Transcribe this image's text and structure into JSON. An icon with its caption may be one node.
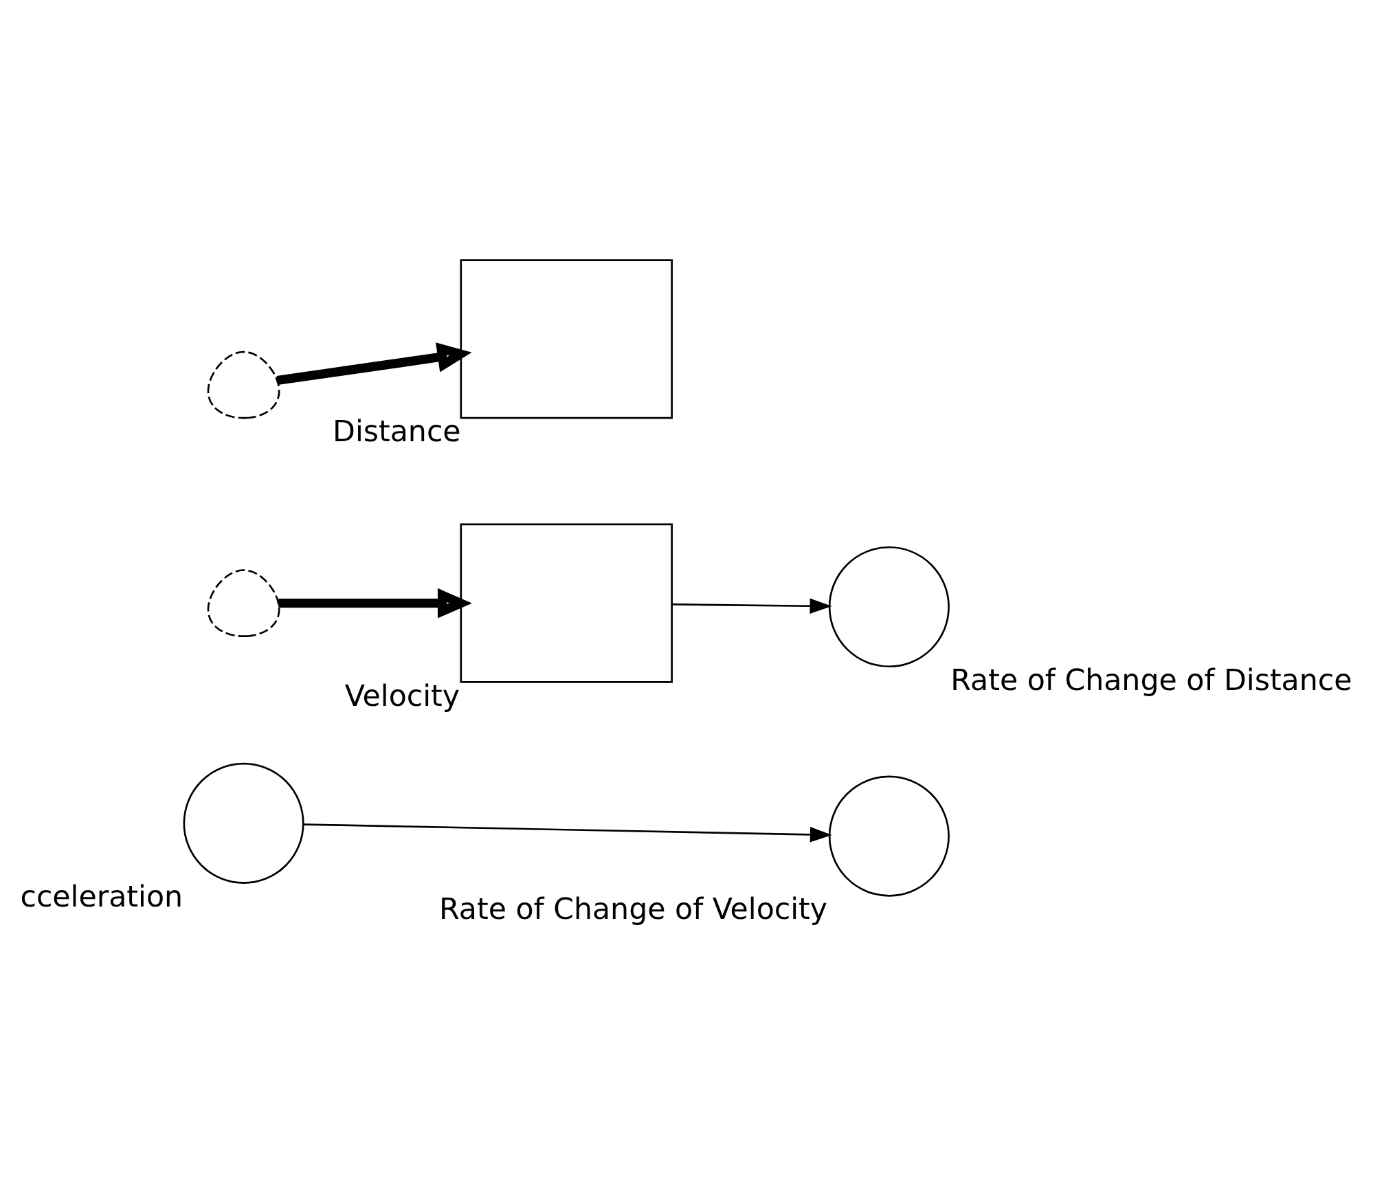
{
  "diagram": {
    "nodes": [
      {
        "text": [],
        "shape": "cloud"
      },
      {
        "text": [
          "Distance"
        ]
      },
      {
        "text": [
          "Rate of Change of Distance"
        ]
      },
      {
        "text": [],
        "shape": "cloud"
      },
      {
        "text": [
          "Velocity"
        ]
      },
      {
        "text": [
          "Rate of Change of Velocity"
        ]
      },
      {
        "text": [
          "cceleration"
        ]
      }
    ],
    "edges": [
      {
        "from": 0,
        "to": 1,
        "arrow": "to",
        "style": "thick"
      },
      {
        "from": 4,
        "to": 2,
        "arrow": "to"
      },
      {
        "from": 3,
        "to": 4,
        "arrow": "to",
        "style": "thick"
      },
      {
        "from": 6,
        "to": 5,
        "arrow": "to"
      }
    ]
  }
}
